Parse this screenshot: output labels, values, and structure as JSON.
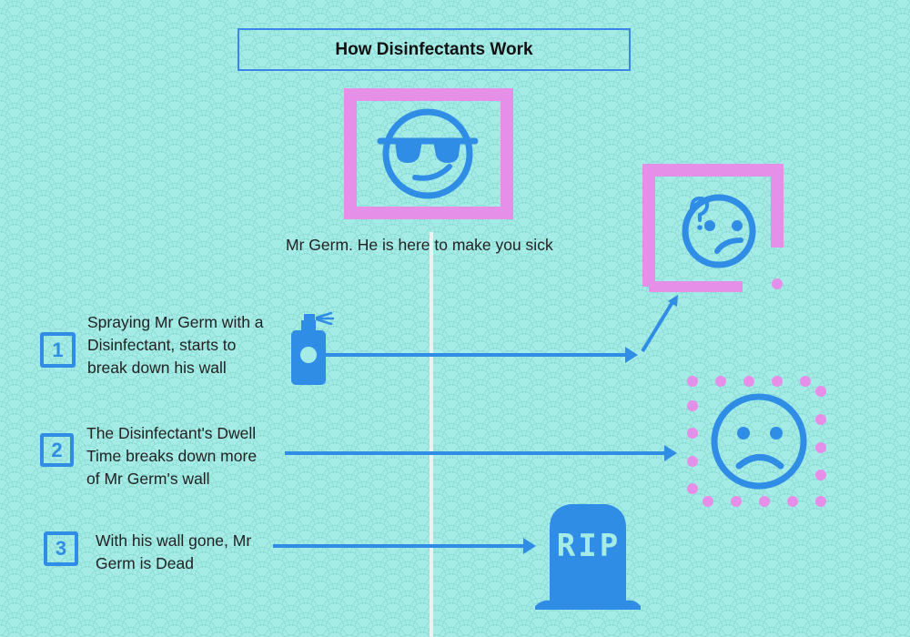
{
  "title": "How Disinfectants Work",
  "germ_caption": "Mr Germ. He is here to make you sick",
  "steps": [
    {
      "number": "1",
      "lines": [
        "Spraying Mr Germ with a",
        "Disinfectant, starts to",
        "break down his wall"
      ]
    },
    {
      "number": "2",
      "lines": [
        "The Disinfectant's Dwell",
        "Time breaks down more",
        "of Mr Germ's wall"
      ]
    },
    {
      "number": "3",
      "lines": [
        "With his wall gone, Mr",
        "Germ is Dead"
      ]
    }
  ],
  "tombstone_text": "RIP",
  "colors": {
    "accent_blue": "#2f8de6",
    "wall_pink": "#e68fe8",
    "background": "#a6ece6"
  },
  "icons": [
    "cool-germ-face-icon",
    "confused-germ-face-icon",
    "sad-germ-face-icon",
    "spray-can-icon",
    "tombstone-icon"
  ]
}
